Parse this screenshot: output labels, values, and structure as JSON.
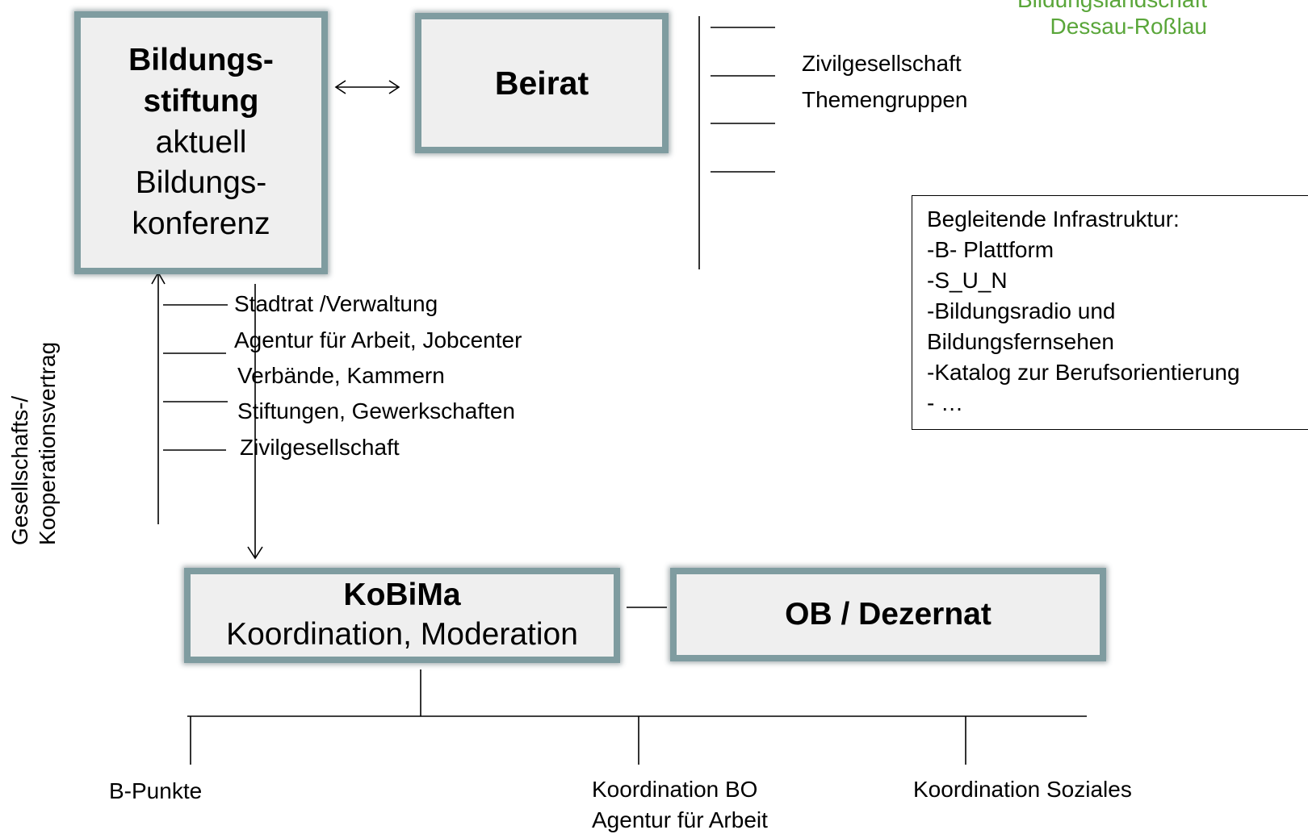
{
  "logo": {
    "line1": "Bildungslandschaft",
    "line2": "Dessau-Roßlau"
  },
  "stiftung": {
    "title1": "Bildungs-",
    "title2": "stiftung",
    "line3": "aktuell",
    "line4": "Bildungs-",
    "line5": "konferenz"
  },
  "beirat": {
    "title": "Beirat"
  },
  "beirat_members": [
    "Zivilgesellschaft",
    "Themengruppen"
  ],
  "partners": [
    "Stadtrat /Verwaltung",
    "Agentur für Arbeit, Jobcenter",
    "Verbände, Kammern",
    "Stiftungen, Gewerkschaften",
    "Zivilgesellschaft"
  ],
  "side_label": {
    "line1": "Gesellschafts-/",
    "line2": "Kooperationsvertrag"
  },
  "kobima": {
    "title": "KoBiMa",
    "subtitle": "Koordination, Moderation"
  },
  "ob": {
    "title": "OB / Dezernat"
  },
  "infrastructure": {
    "heading": "Begleitende Infrastruktur:",
    "items": [
      "-B- Plattform",
      "-S_U_N",
      "-Bildungsradio und",
      "Bildungsfernsehen",
      "-Katalog zur Berufsorientierung",
      "- …"
    ]
  },
  "bottom": {
    "b_punkte": "B-Punkte",
    "koord_bo_1": "Koordination  BO",
    "koord_bo_2": "Agentur für Arbeit",
    "koord_soziales": "Koordination Soziales"
  }
}
